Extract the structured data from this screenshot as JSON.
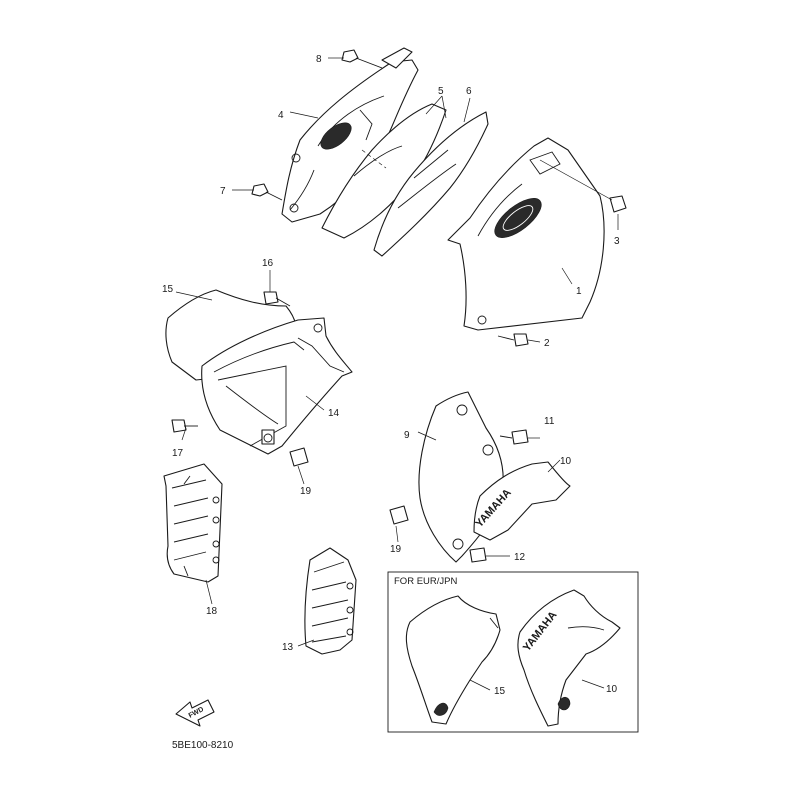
{
  "diagram": {
    "drawing_code": "5BE100-8210",
    "fwd_label": "FWD",
    "inset_title": "FOR EUR/JPN",
    "logo_text": "YAMAHA",
    "callouts": [
      "1",
      "2",
      "3",
      "4",
      "5",
      "6",
      "7",
      "8",
      "9",
      "10",
      "11",
      "12",
      "13",
      "14",
      "15",
      "16",
      "17",
      "18",
      "19",
      "19",
      "15",
      "10"
    ]
  }
}
